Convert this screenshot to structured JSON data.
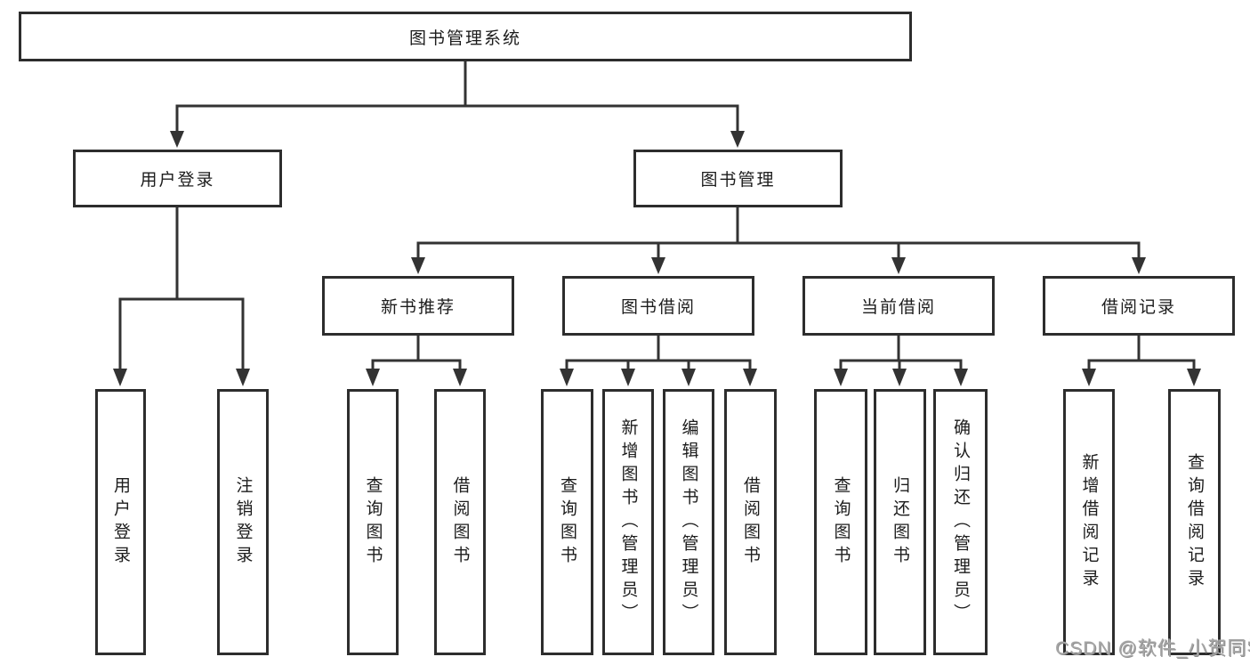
{
  "diagram": {
    "root": {
      "label": "图书管理系统"
    },
    "branches": [
      {
        "label": "用户登录",
        "children": [
          {
            "label": "用户登录"
          },
          {
            "label": "注销登录"
          }
        ]
      },
      {
        "label": "图书管理",
        "children": [
          {
            "label": "新书推荐",
            "children": [
              {
                "label": "查询图书"
              },
              {
                "label": "借阅图书"
              }
            ]
          },
          {
            "label": "图书借阅",
            "children": [
              {
                "label": "查询图书"
              },
              {
                "label": "新增图书（管理员）"
              },
              {
                "label": "编辑图书（管理员）"
              },
              {
                "label": "借阅图书"
              }
            ]
          },
          {
            "label": "当前借阅",
            "children": [
              {
                "label": "查询图书"
              },
              {
                "label": "归还图书"
              },
              {
                "label": "确认归还（管理员）"
              }
            ]
          },
          {
            "label": "借阅记录",
            "children": [
              {
                "label": "新增借阅记录"
              },
              {
                "label": "查询借阅记录"
              }
            ]
          }
        ]
      }
    ]
  },
  "watermark": {
    "text": "CSDN @软件_小贺同学"
  },
  "colors": {
    "line": "#333333",
    "box_border": "#2d2d2d",
    "text": "#1c1c1c",
    "watermark": "#a6a6a6",
    "background": "#ffffff"
  }
}
